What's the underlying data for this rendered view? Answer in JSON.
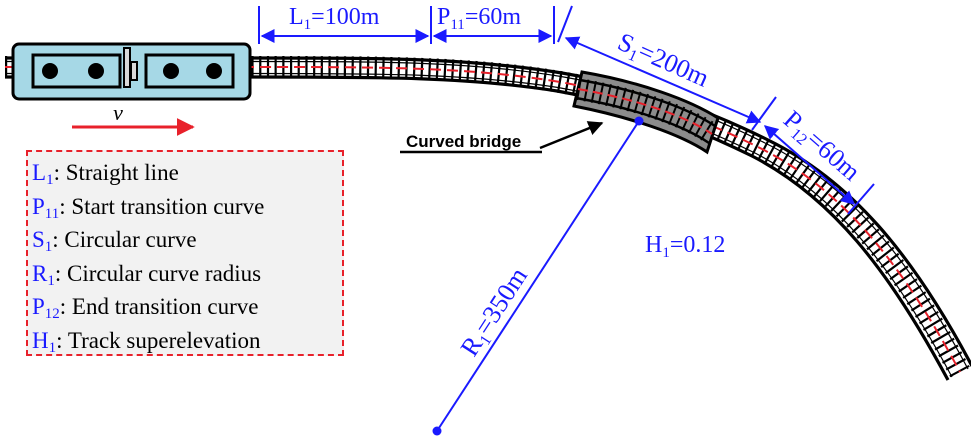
{
  "colors": {
    "dimension_blue": "#1a1aff",
    "centerline_red": "#e8212b",
    "vehicle_fill": "#a6d8e6",
    "bridge_fill": "#8c8c8c",
    "legend_border": "#e8212b",
    "legend_bg": "#f2f2f2"
  },
  "dimensions": {
    "L1": {
      "sym": "L",
      "sub": "1",
      "value": "=100m"
    },
    "P11": {
      "sym": "P",
      "sub": "11",
      "value": "=60m"
    },
    "S1": {
      "sym": "S",
      "sub": "1",
      "value": "=200m"
    },
    "P12": {
      "sym": "P",
      "sub": "12",
      "value": "=60m"
    },
    "R1": {
      "sym": "R",
      "sub": "1",
      "value": "=350m"
    },
    "H1": {
      "sym": "H",
      "sub": "1",
      "value": "=0.12"
    }
  },
  "velocity_label": "v",
  "bridge_label": "Curved bridge",
  "legend": [
    {
      "sym": "L",
      "sub": "1",
      "text": ": Straight line"
    },
    {
      "sym": "P",
      "sub": "11",
      "text": ": Start transition curve"
    },
    {
      "sym": "S",
      "sub": "1",
      "text": ": Circular curve"
    },
    {
      "sym": "R",
      "sub": "1",
      "text": ": Circular curve radius"
    },
    {
      "sym": "P",
      "sub": "12",
      "text": ": End transition curve"
    },
    {
      "sym": "H",
      "sub": "1",
      "text": ": Track superelevation"
    }
  ]
}
